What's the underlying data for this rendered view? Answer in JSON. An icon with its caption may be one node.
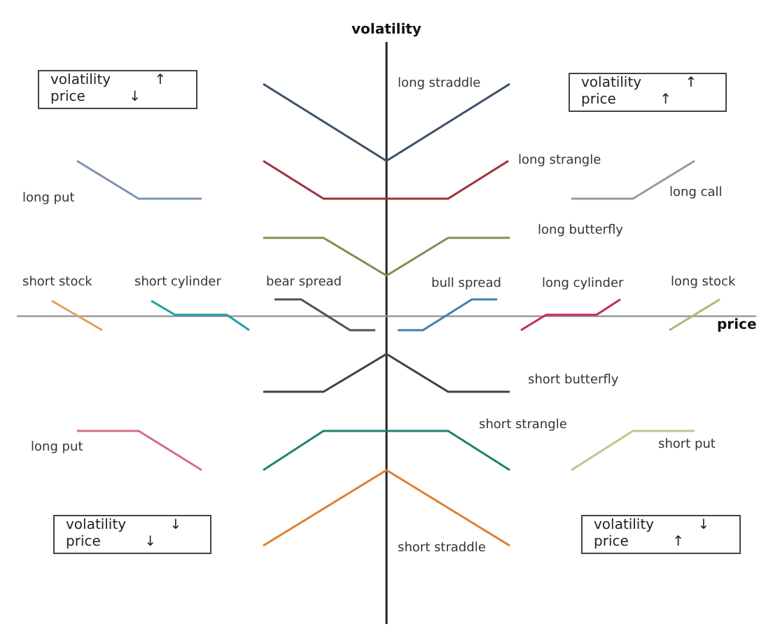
{
  "diagram": {
    "nodes": [
      {
        "text": [
          "volatility ↑",
          "price ↓"
        ]
      },
      {
        "text": [
          "volatility ↑",
          "price ↑"
        ]
      },
      {
        "text": [
          "volatility ↓",
          "price ↓"
        ]
      },
      {
        "text": [
          "volatility ↓",
          "price ↑"
        ]
      }
    ],
    "edges": [],
    "labels": [
      "volatility",
      "long straddle",
      "long strangle",
      "long put",
      "long call",
      "long butterfly",
      "short stock",
      "short cylinder",
      "bear spread",
      "bull spread",
      "long cylinder",
      "long stock",
      "price",
      "short butterfly",
      "short strangle",
      "long put",
      "short put",
      "short straddle"
    ]
  }
}
